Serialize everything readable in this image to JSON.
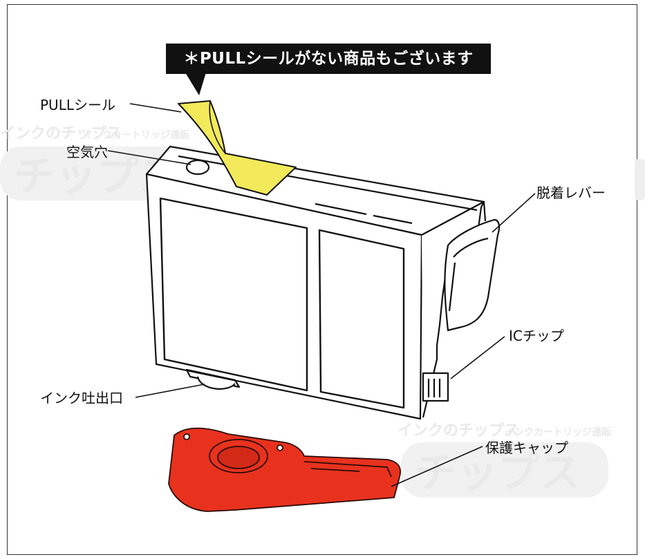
{
  "notice": "＊PULLシールがない商品もございます",
  "labels": {
    "pull_seal": "PULLシール",
    "air_hole": "空気穴",
    "release_lever": "脱着レバー",
    "ic_chip": "ICチップ",
    "ink_outlet": "インク吐出口",
    "protective_cap": "保護キャップ"
  },
  "watermark": {
    "small": "インクのチップス",
    "small_sub": "インクカートリッジ通販",
    "large": "チップス"
  },
  "colors": {
    "seal": "#f2ea5a",
    "cap": "#e8321e",
    "banner_bg": "#111111",
    "banner_text": "#ffffff"
  }
}
